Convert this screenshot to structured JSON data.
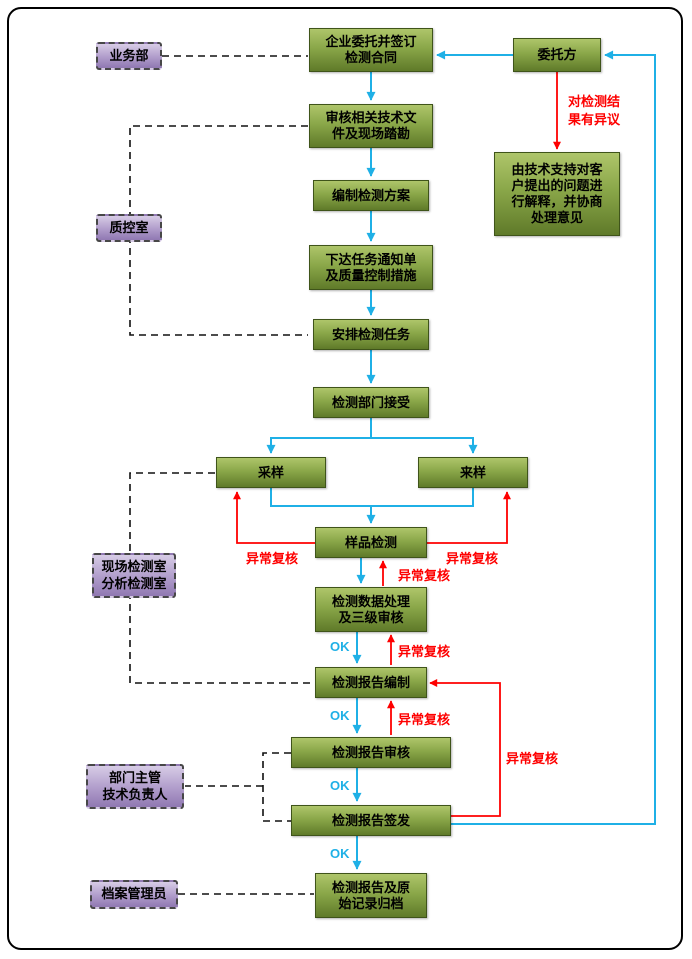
{
  "roles": {
    "business": "业务部",
    "qc": "质控室",
    "field": "现场检测室\n分析检测室",
    "manager": "部门主管\n技术负责人",
    "archivist": "档案管理员"
  },
  "nodes": {
    "contract": "企业委托并签订\n检测合同",
    "review_docs": "审核相关技术文\n件及现场踏勘",
    "plan": "编制检测方案",
    "task_notice": "下达任务通知单\n及质量控制措施",
    "arrange": "安排检测任务",
    "accept": "检测部门接受",
    "sampling": "采样",
    "incoming_sample": "来样",
    "sample_testing": "样品检测",
    "data_processing": "检测数据处理\n及三级审核",
    "report_compile": "检测报告编制",
    "report_review": "检测报告审核",
    "report_issue": "检测报告签发",
    "archive": "检测报告及原\n始记录归档",
    "client": "委托方",
    "explain": "由技术支持对客\n户提出的问题进\n行解释，并协商\n处理意见"
  },
  "labels": {
    "ok": "OK",
    "abnormal_recheck": "异常复核",
    "objection": "对检测结\n果有异议"
  },
  "colors": {
    "process_fill_top": "#aec56a",
    "process_fill_bottom": "#5f7a29",
    "process_border": "#3f541a",
    "role_fill_top": "#d7cce6",
    "role_fill_bottom": "#9078b2",
    "flow_arrow": "#1fb0e6",
    "exception_arrow": "#fe0000",
    "dashed_link": "#000000"
  }
}
